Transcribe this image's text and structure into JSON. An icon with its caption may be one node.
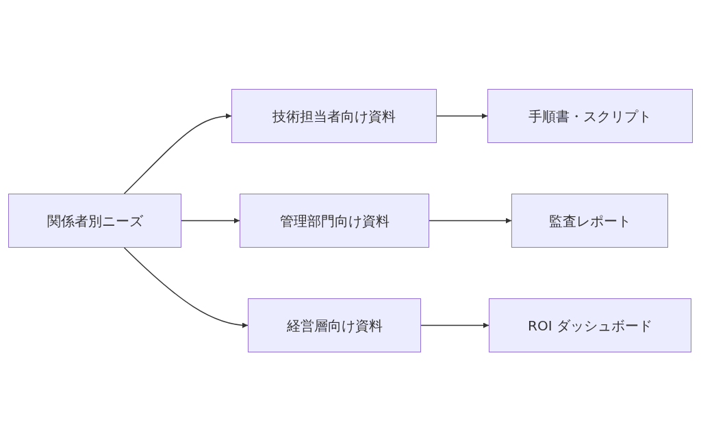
{
  "diagram": {
    "nodes": [
      {
        "text": [
          "関係者別ニーズ"
        ]
      },
      {
        "text": [
          "技術担当者向け資料"
        ]
      },
      {
        "text": [
          "管理部門向け資料"
        ]
      },
      {
        "text": [
          "経営層向け資料"
        ]
      },
      {
        "text": [
          "手順書・スクリプト"
        ]
      },
      {
        "text": [
          "監査レポート"
        ]
      },
      {
        "text": [
          "ROI ダッシュボード"
        ]
      }
    ],
    "edges": [
      {
        "from": 0,
        "to": 1,
        "arrow": "to"
      },
      {
        "from": 0,
        "to": 2,
        "arrow": "to"
      },
      {
        "from": 0,
        "to": 3,
        "arrow": "to"
      },
      {
        "from": 1,
        "to": 4,
        "arrow": "to"
      },
      {
        "from": 2,
        "to": 5,
        "arrow": "to"
      },
      {
        "from": 3,
        "to": 6,
        "arrow": "to"
      }
    ]
  }
}
